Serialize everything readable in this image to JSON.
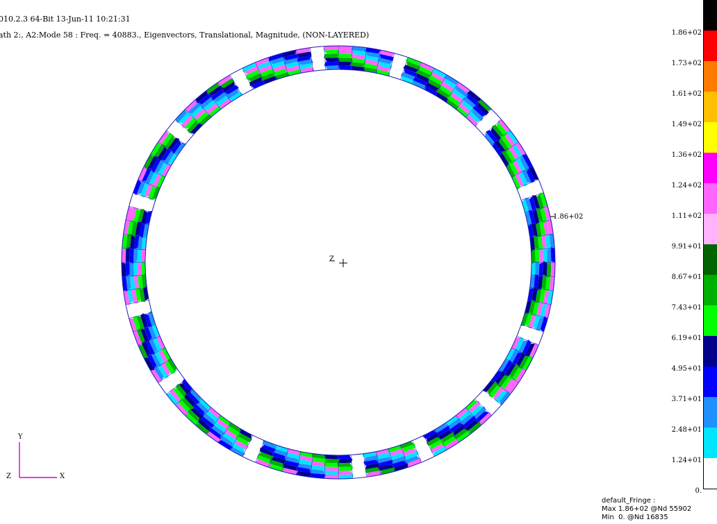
{
  "header": {
    "line1": "010.2.3 64-Bit 13-Jun-11 10:21:31",
    "line2": "ath 2:, A2:Mode 58 : Freq. = 40883., Eigenvectors, Translational, Magnitude, (NON-LAYERED)"
  },
  "legend": {
    "labels": [
      "1.86+02",
      "1.73+02",
      "1.61+02",
      "1.49+02",
      "1.36+02",
      "1.24+02",
      "1.11+02",
      "9.91+01",
      "8.67+01",
      "7.43+01",
      "6.19+01",
      "4.95+01",
      "3.71+01",
      "2.48+01",
      "1.24+01",
      "0."
    ],
    "colors": [
      "#000000",
      "#ff0000",
      "#ff7a00",
      "#ffbf00",
      "#ffff00",
      "#ff00ff",
      "#ff66ff",
      "#ffb3ff",
      "#006400",
      "#00b000",
      "#00ff00",
      "#00008b",
      "#0000ff",
      "#1e90ff",
      "#00e5ff",
      "#ffffff"
    ]
  },
  "fringe_info": {
    "title": "default_Fringe :",
    "max": "Max 1.86+02 @Nd 55902",
    "min": "Min  0. @Nd 16835"
  },
  "annotations": {
    "max_marker": "1.86+02",
    "origin_axis": "Z"
  },
  "triad": {
    "y": "Y",
    "z": "Z",
    "x": "X"
  }
}
